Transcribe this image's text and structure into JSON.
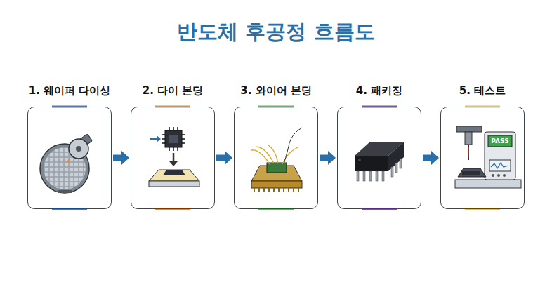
{
  "diagram": {
    "title": "반도체 후공정 흐름도",
    "nodes": [
      {
        "text": [
          "1. 웨이퍼 다이싱"
        ]
      },
      {
        "text": [
          "2. 다이 본딩"
        ]
      },
      {
        "text": [
          "3. 와이어 본딩"
        ]
      },
      {
        "text": [
          "4. 패키징"
        ]
      },
      {
        "text": [
          "5. 테스트"
        ]
      }
    ],
    "edges": [
      {
        "from": 0,
        "to": 1,
        "arrow": "to"
      },
      {
        "from": 1,
        "to": 2,
        "arrow": "to"
      },
      {
        "from": 2,
        "to": 3,
        "arrow": "to"
      },
      {
        "from": 3,
        "to": 4,
        "arrow": "to"
      }
    ],
    "labels": [
      "PASS"
    ]
  }
}
